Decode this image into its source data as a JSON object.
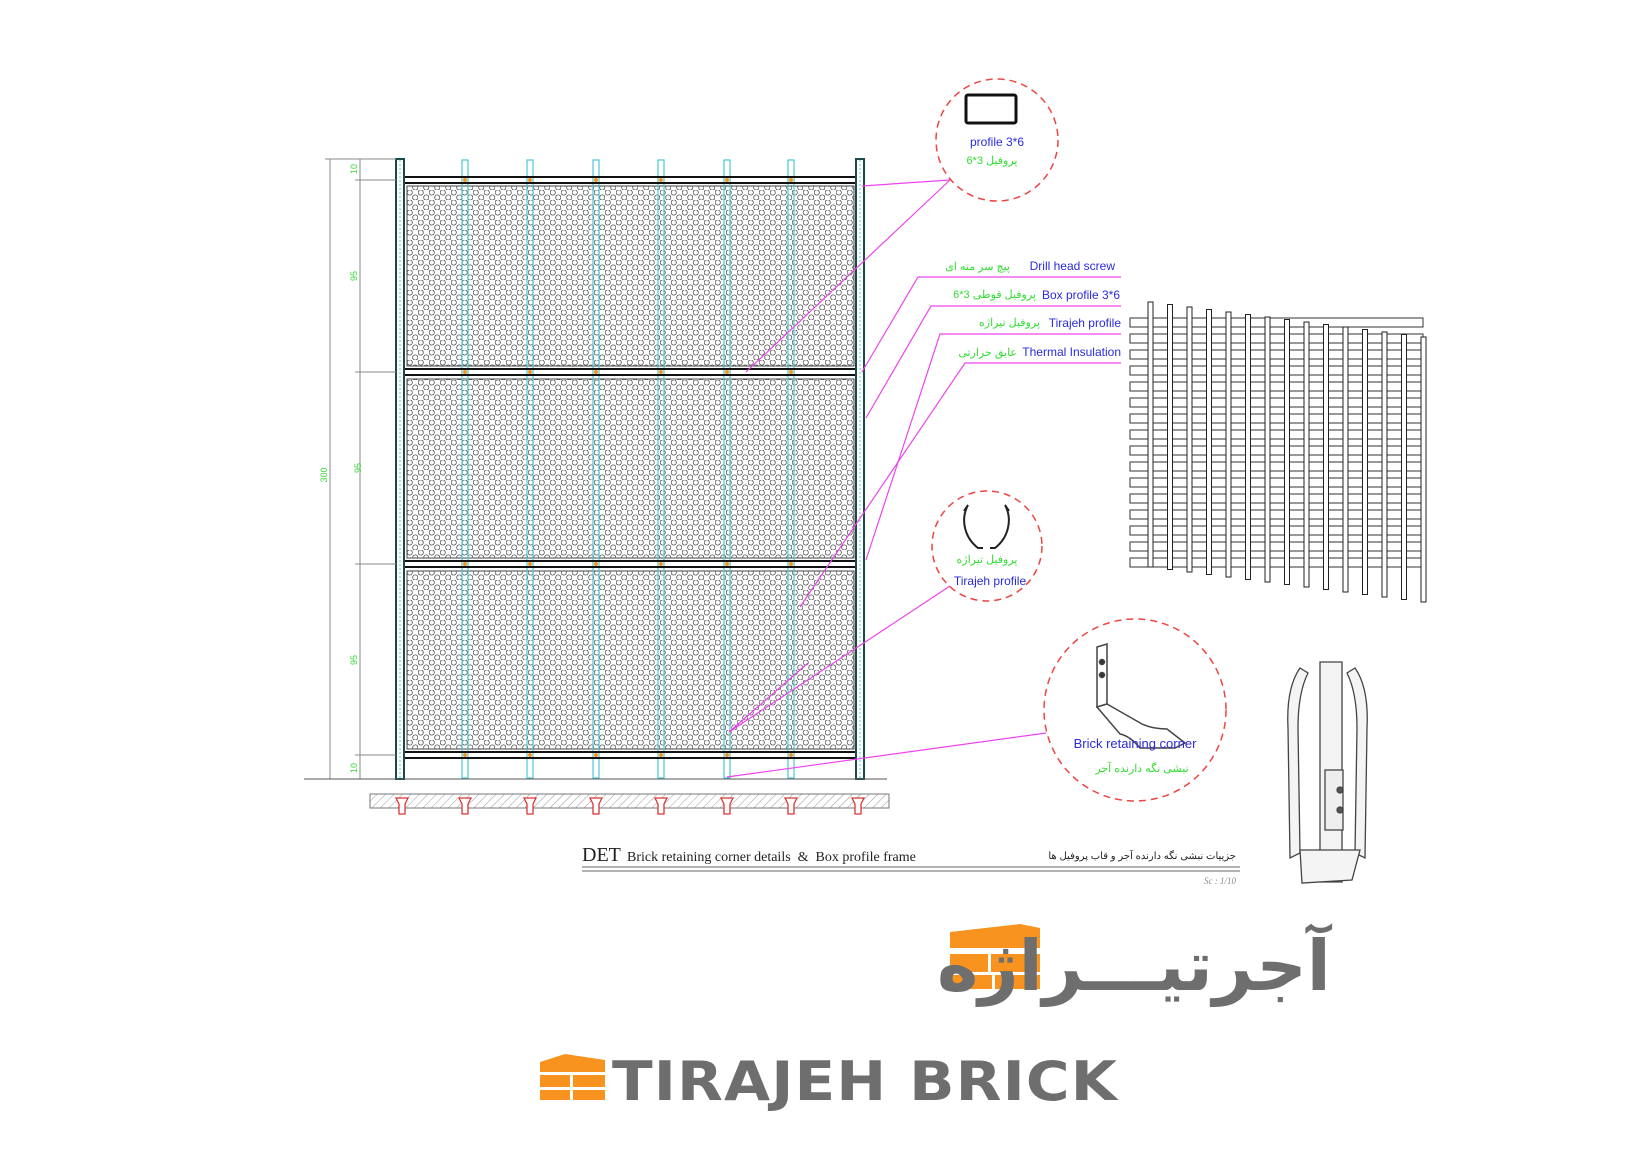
{
  "dimensions": {
    "total": "300",
    "top": "10",
    "panel1": "95",
    "panel2": "95",
    "panel3": "95",
    "bottom": "10"
  },
  "callout_profile": {
    "en": "profile 3*6",
    "fa": "پروفیل 3*6"
  },
  "legend": [
    {
      "fa": "پیچ سر مته ای",
      "en": "Drill head screw"
    },
    {
      "fa": "پروفیل قوطی 3*6",
      "en": "Box profile 3*6"
    },
    {
      "fa": "پروفیل تیراژه",
      "en": "Tirajeh profile"
    },
    {
      "fa": "عایق حرارتی",
      "en": "Thermal Insulation"
    }
  ],
  "callout_tirajeh": {
    "fa": "پروفیل تیراژه",
    "en": "Tirajeh profile"
  },
  "callout_corner": {
    "en": "Brick retaining corner",
    "fa": "نبشی نگه دارنده آجر"
  },
  "title_block": {
    "prefix": "DET",
    "en": "Brick retaining corner details  &  Box profile frame",
    "fa": "جزییات نبشی نگه دارنده آجر و قاب پروفیل ها",
    "scale": "Sc : 1/10"
  },
  "logo": {
    "fa": "آجرتیـــراژه",
    "en": "TIRAJEH BRICK"
  },
  "colors": {
    "leader": "#ee44ee",
    "callout": "#ee4444",
    "label_en": "#2a2ae0",
    "label_fa": "#33dd33",
    "brand": "#f7931e",
    "logo_text": "#6e6e6e"
  }
}
